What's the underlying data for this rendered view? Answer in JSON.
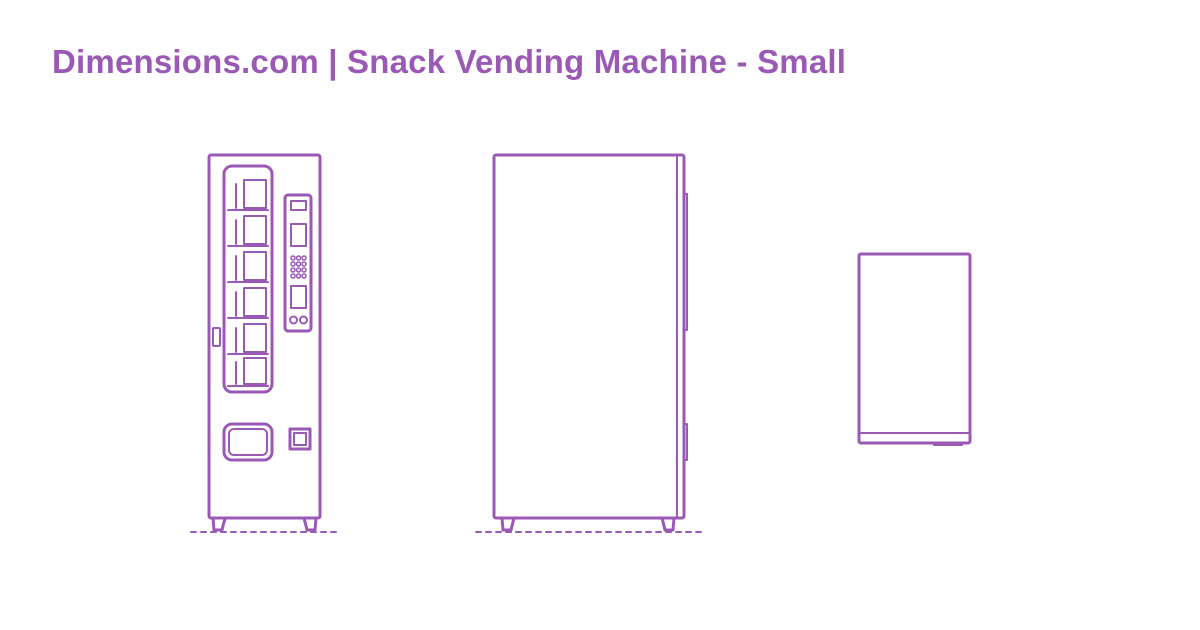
{
  "title": "Dimensions.com | Snack Vending Machine - Small",
  "colors": {
    "accent": "#9b59b6",
    "background": "#ffffff"
  },
  "views": [
    "front-view",
    "side-view",
    "top-view"
  ]
}
